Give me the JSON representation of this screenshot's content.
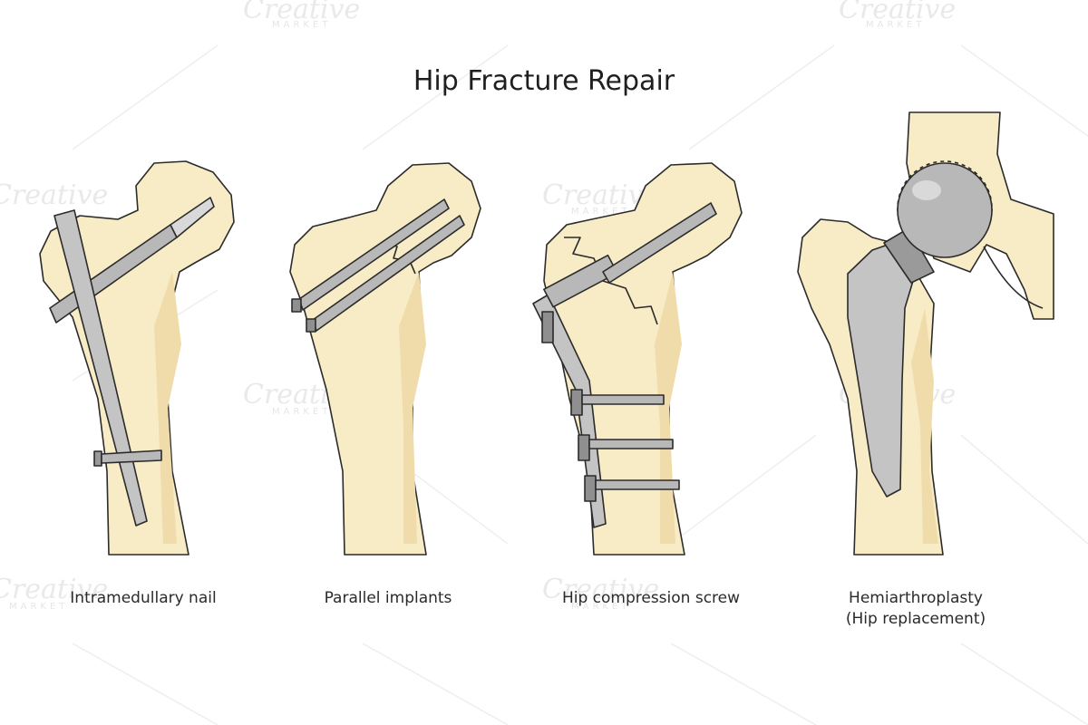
{
  "title": "Hip Fracture Repair",
  "panels": [
    {
      "caption_line1": "Intramedullary nail",
      "caption_line2": ""
    },
    {
      "caption_line1": "Parallel implants",
      "caption_line2": ""
    },
    {
      "caption_line1": "Hip compression screw",
      "caption_line2": ""
    },
    {
      "caption_line1": "Hemiarthroplasty",
      "caption_line2": "(Hip replacement)"
    }
  ],
  "watermark": {
    "brand": "Creative",
    "sub": "MARKET"
  },
  "colors": {
    "bone": "#f8ecc6",
    "bone_shade": "#efdcaa",
    "outline": "#2b2b2b",
    "metal": "#b8b8b8",
    "metal_dark": "#8f8f8f",
    "metal_light": "#d9d9d9"
  }
}
